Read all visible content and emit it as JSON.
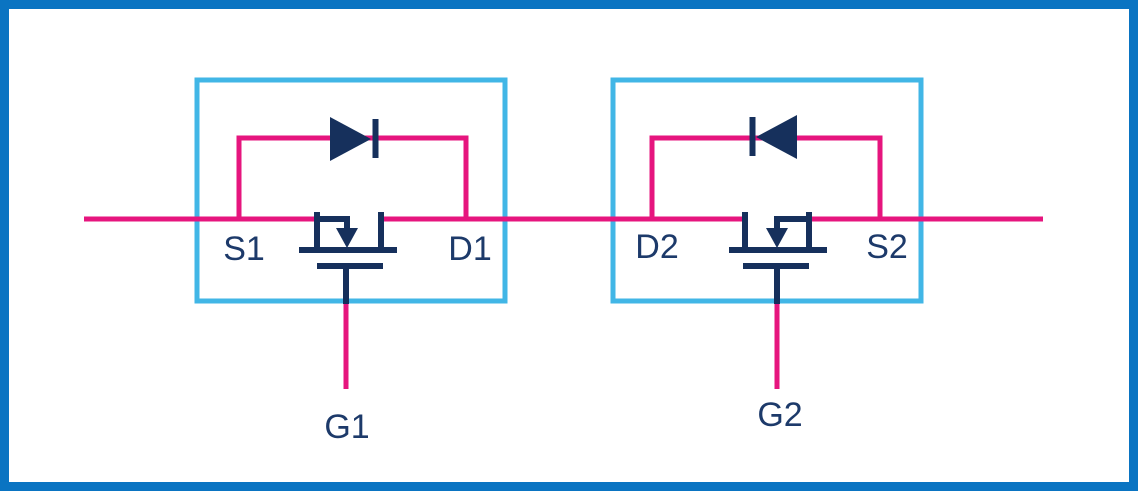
{
  "diagram": {
    "type": "circuit-schematic",
    "description": "Back-to-back MOSFET bidirectional switch: two N-channel MOSFETs with anti-series body diodes inside highlighted boxes, sharing a common drain rail",
    "blocks": [
      {
        "id": "mosfet-1",
        "source_label": "S1",
        "drain_label": "D1",
        "gate_label": "G1",
        "body_diode_points": "right"
      },
      {
        "id": "mosfet-2",
        "drain_label": "D2",
        "source_label": "S2",
        "gate_label": "G2",
        "body_diode_points": "left"
      }
    ],
    "labels": {
      "s1": "S1",
      "d1": "D1",
      "g1": "G1",
      "d2": "D2",
      "s2": "S2",
      "g2": "G2"
    }
  },
  "colors": {
    "frame": "#0a74c2",
    "box": "#41b6e6",
    "wire": "#e6157e",
    "symbol": "#16305c",
    "label": "#1d3a6a",
    "background": "#ffffff"
  }
}
